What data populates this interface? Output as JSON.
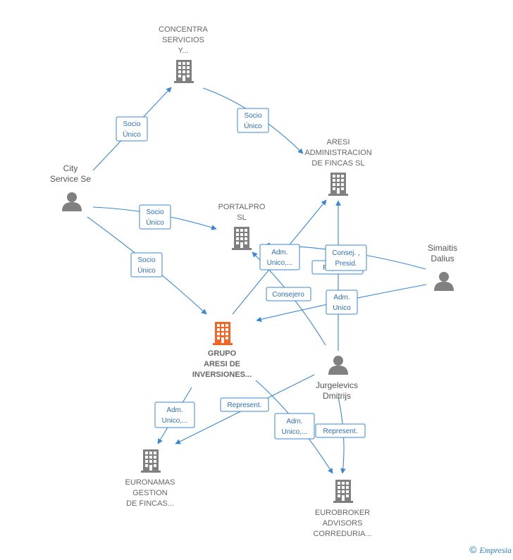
{
  "colors": {
    "edge": "#3b87d6",
    "company": "#808080",
    "main_company": "#f26522",
    "person": "#808080"
  },
  "nodes": [
    {
      "id": "concentra",
      "type": "company",
      "label": [
        "CONCENTRA",
        "SERVICIOS",
        "Y..."
      ]
    },
    {
      "id": "aresi_admin",
      "type": "company",
      "label": [
        "ARESI",
        "ADMINISTRACION",
        "DE FINCAS  SL"
      ]
    },
    {
      "id": "portalpro",
      "type": "company",
      "label": [
        "PORTALPRO",
        "SL"
      ]
    },
    {
      "id": "grupo_aresi",
      "type": "main-company",
      "label": [
        "GRUPO",
        "ARESI DE",
        "INVERSIONES..."
      ]
    },
    {
      "id": "euronamas",
      "type": "company",
      "label": [
        "EURONAMAS",
        "GESTION",
        "DE FINCAS..."
      ]
    },
    {
      "id": "eurobroker",
      "type": "company",
      "label": [
        "EUROBROKER",
        "ADVISORS",
        "CORREDURIA..."
      ]
    },
    {
      "id": "city_service",
      "type": "person",
      "label": [
        "City",
        "Service Se"
      ]
    },
    {
      "id": "simaitis",
      "type": "person",
      "label": [
        "Simaitis",
        "Dalius"
      ]
    },
    {
      "id": "jurgelevics",
      "type": "person",
      "label": [
        "Jurgelevics",
        "Dmitrijs"
      ]
    }
  ],
  "edge_labels": [
    [
      "Socio",
      "Único"
    ],
    [
      "Socio",
      "Único"
    ],
    [
      "Socio",
      "Único"
    ],
    [
      "Socio",
      "Único"
    ],
    [
      "Adm.",
      "Unico,..."
    ],
    [
      "Consej. ,",
      "Presid."
    ],
    [
      "Repr..."
    ],
    [
      "Consejero"
    ],
    [
      "Adm.",
      "Unico"
    ],
    [
      "Adm.",
      "Unico,..."
    ],
    [
      "Represent."
    ],
    [
      "Adm.",
      "Unico,..."
    ],
    [
      "Represent."
    ]
  ],
  "brand": {
    "copyright": "©",
    "name": "Empresia"
  }
}
